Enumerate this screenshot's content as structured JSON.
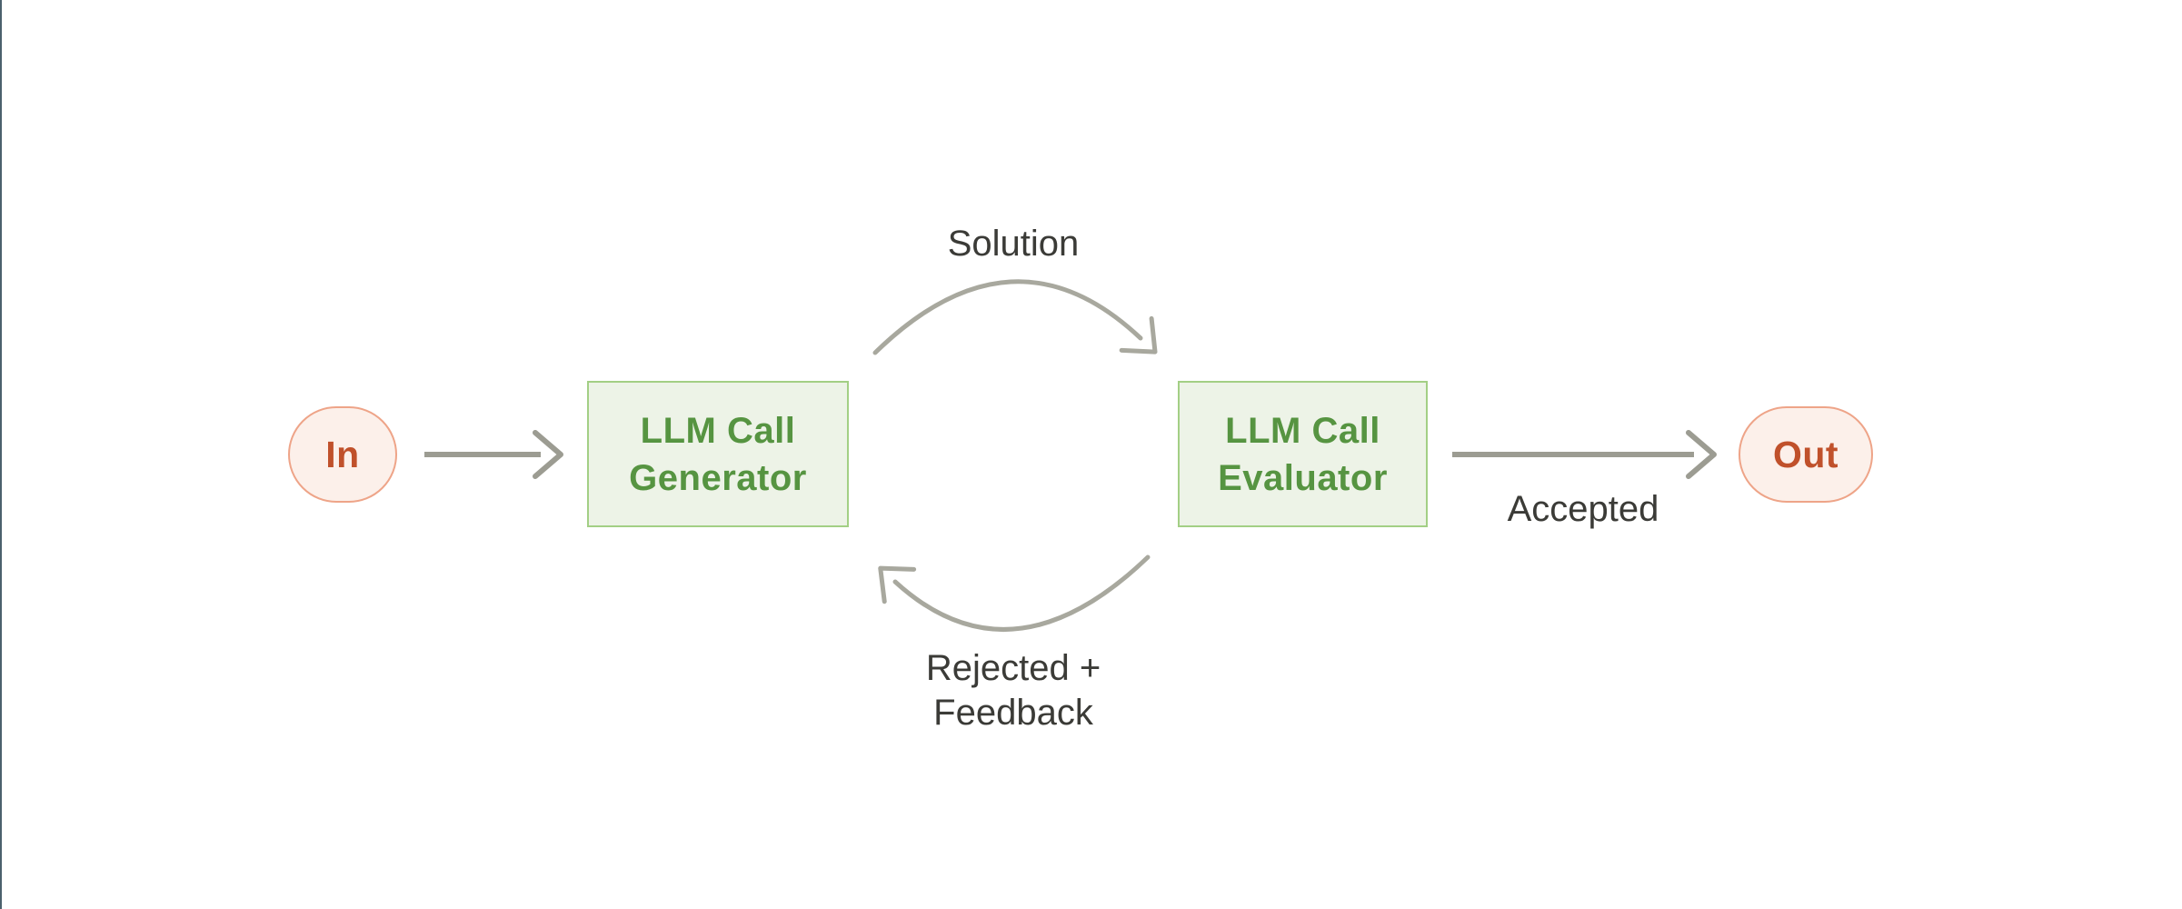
{
  "colors": {
    "background": "#ffffff",
    "accent-line": "#4b616d",
    "node-fill": "#edf3e7",
    "node-border": "#a3cf85",
    "node-text": "#569441",
    "terminal-fill": "#fcf0ea",
    "terminal-border": "#eea488",
    "terminal-text": "#c0512b",
    "arrow": "#9c9c92",
    "curve-arrow": "#a8a89e",
    "label-text": "#3b3b37"
  },
  "nodes": {
    "in": {
      "label": "In"
    },
    "generator": {
      "line1": "LLM Call",
      "line2": "Generator"
    },
    "evaluator": {
      "line1": "LLM Call",
      "line2": "Evaluator"
    },
    "out": {
      "label": "Out"
    }
  },
  "edge_labels": {
    "solution": "Solution",
    "rejected_line1": "Rejected +",
    "rejected_line2": "Feedback",
    "accepted": "Accepted"
  }
}
